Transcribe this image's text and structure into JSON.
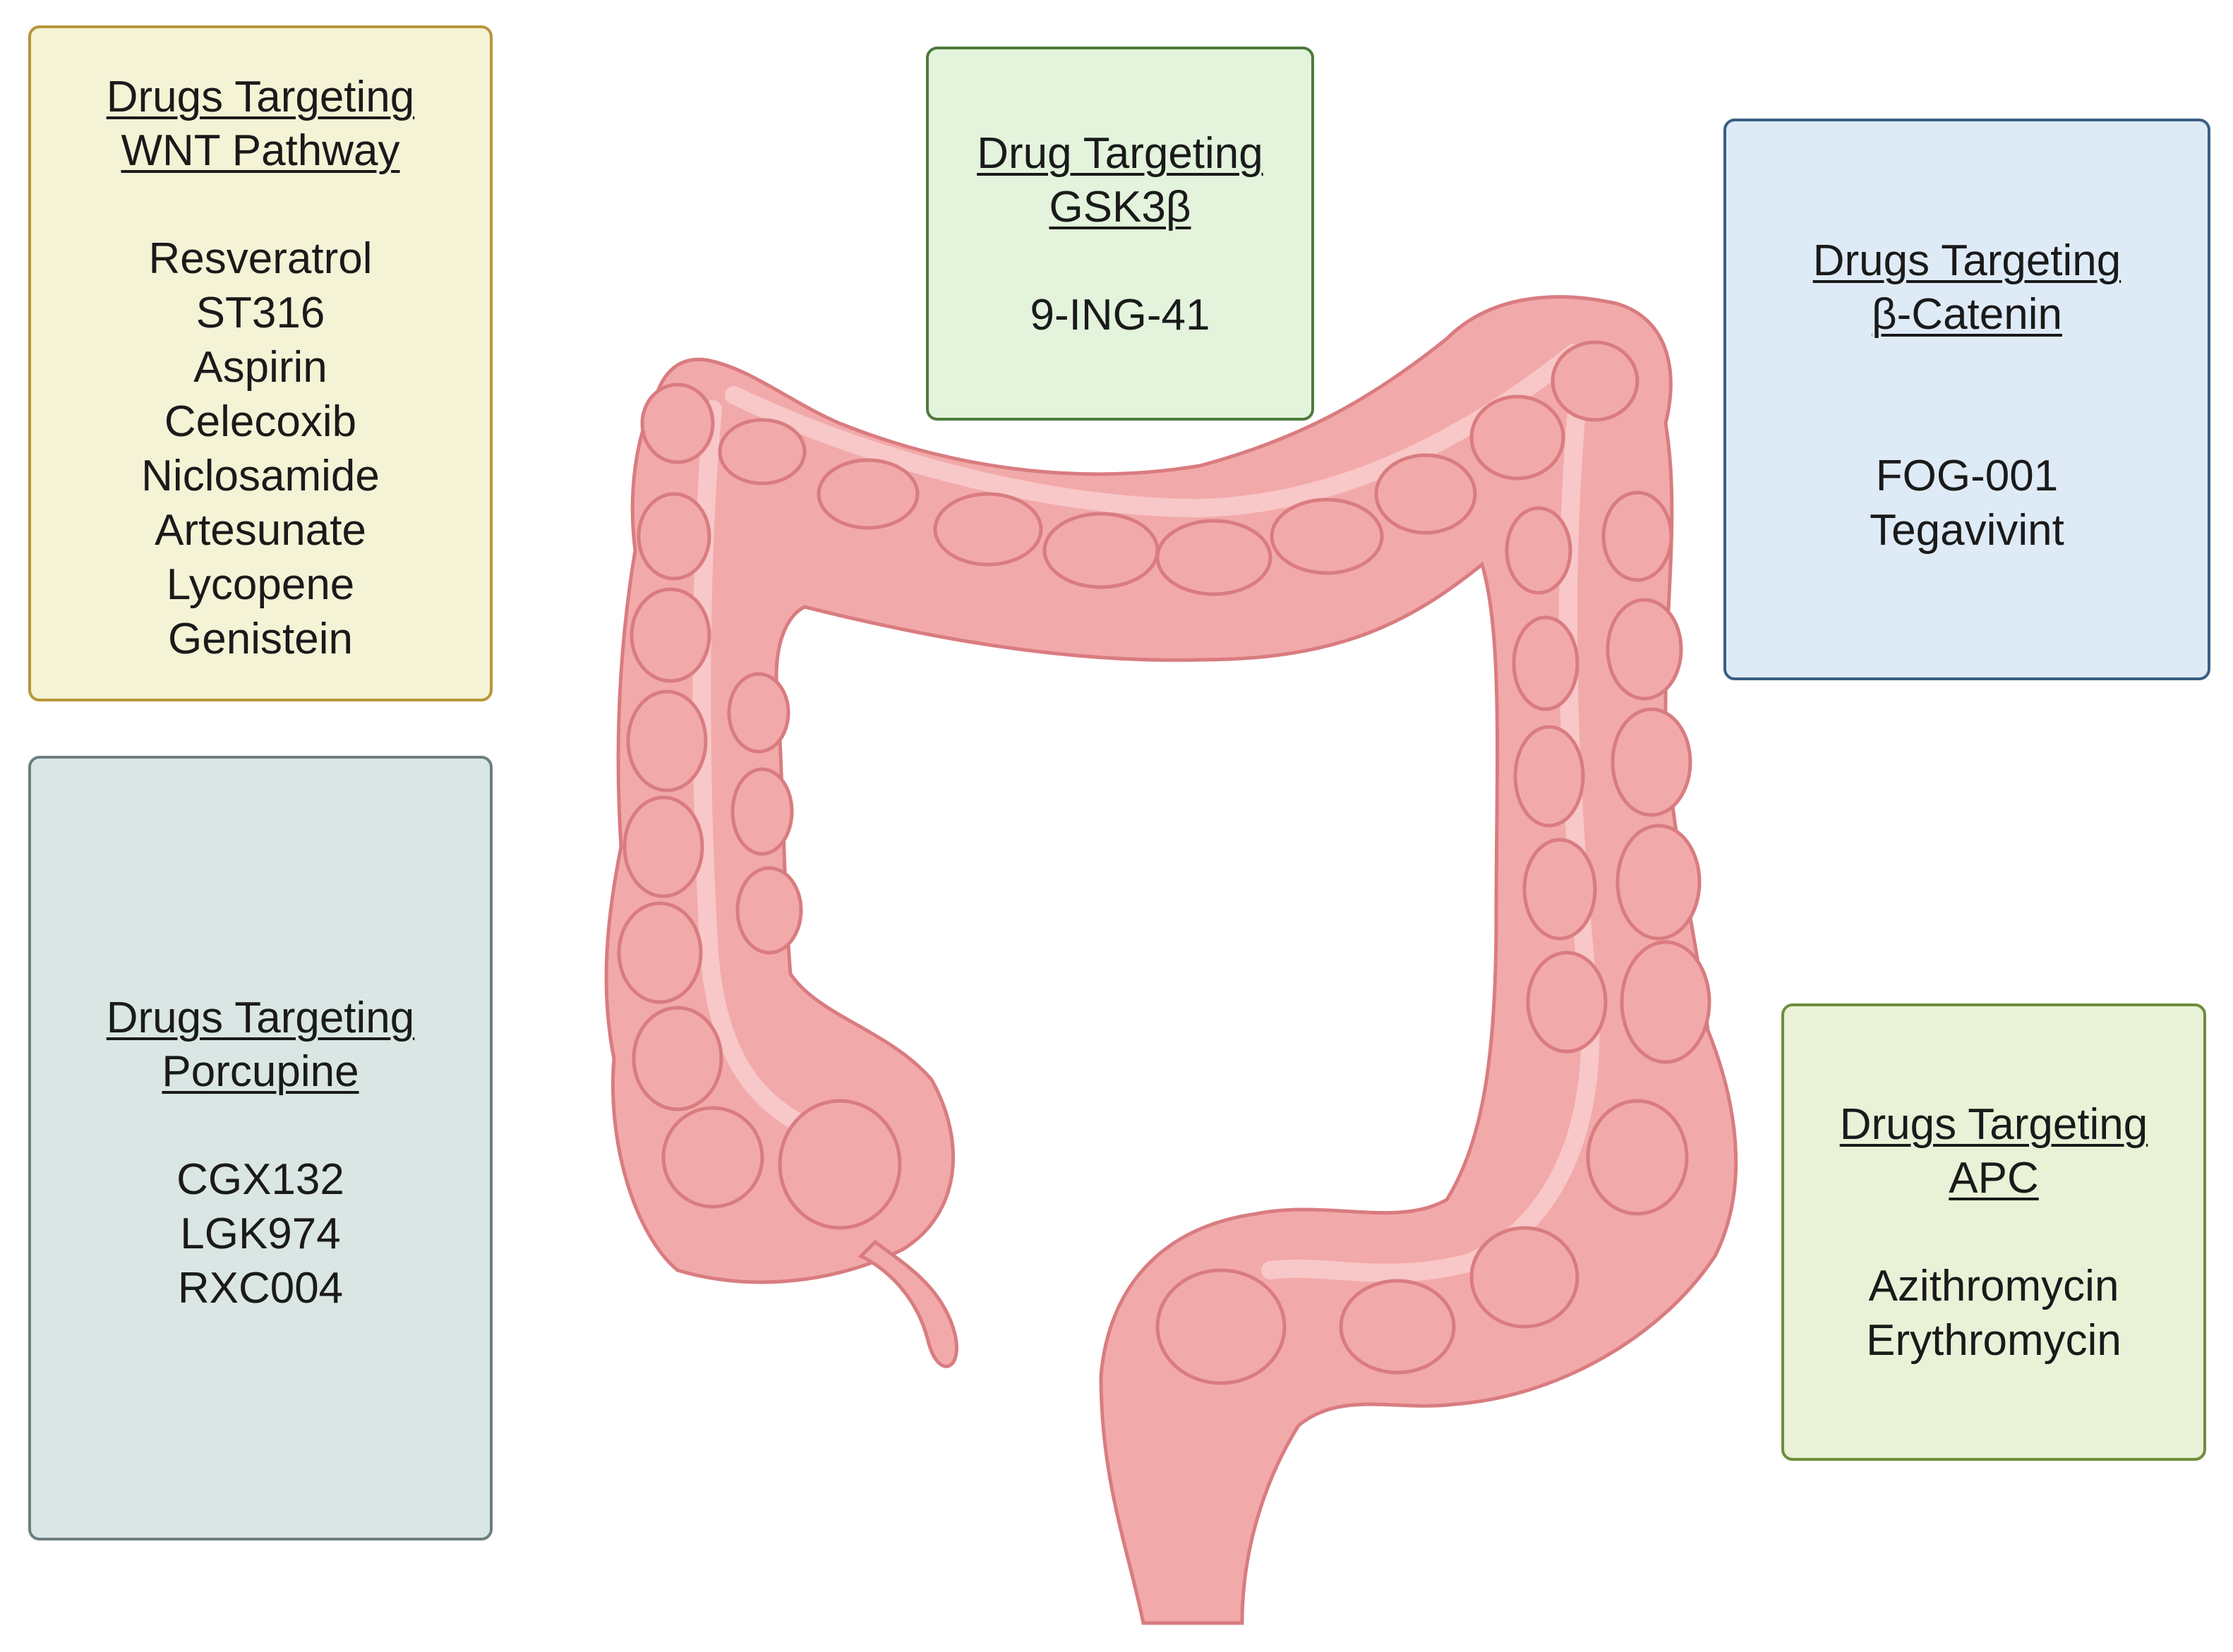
{
  "boxes": {
    "wnt": {
      "title_1": "Drugs Targeting",
      "title_2": "WNT Pathway",
      "drugs": [
        "Resveratrol",
        "ST316",
        "Aspirin",
        "Celecoxib",
        "Niclosamide",
        "Artesunate",
        "Lycopene",
        "Genistein"
      ]
    },
    "porc": {
      "title_1": "Drugs Targeting",
      "title_2": "Porcupine",
      "drugs": [
        "CGX132",
        "LGK974",
        "RXC004"
      ]
    },
    "gsk": {
      "title_1": "Drug Targeting",
      "title_2": "GSK3β",
      "drugs": [
        "9-ING-41"
      ]
    },
    "cat": {
      "title_1": "Drugs Targeting",
      "title_2": "β-Catenin",
      "drugs": [
        "FOG-001",
        "Tegavivint"
      ]
    },
    "apc": {
      "title_1": "Drugs Targeting",
      "title_2": "APC",
      "drugs": [
        "Azithromycin",
        "Erythromycin"
      ]
    }
  },
  "colors": {
    "colon_fill": "#f2a9aa",
    "colon_stroke": "#d97c80",
    "colon_inner": "#f8c7c7"
  }
}
